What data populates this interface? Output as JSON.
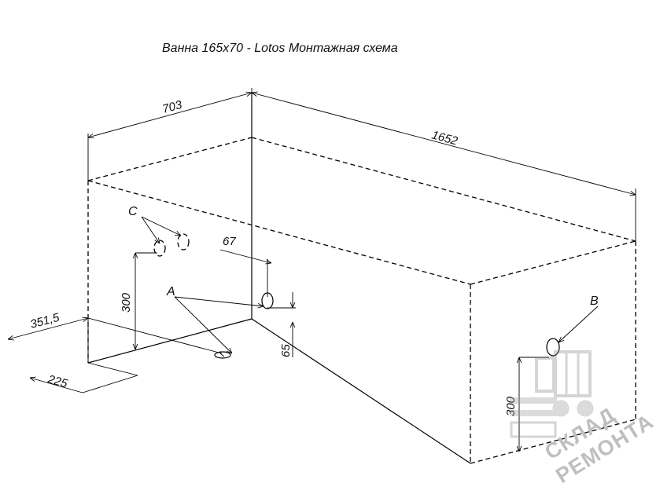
{
  "title": "Ванна 165x70 - Lotos Монтажная схема",
  "dimensions": {
    "width": "703",
    "length": "1652",
    "offset_x": "351,5",
    "offset_small": "225",
    "height_c": "300",
    "height_b": "300",
    "offset_67": "67",
    "height_65": "65"
  },
  "labels": {
    "a": "A",
    "b": "B",
    "c": "C"
  },
  "watermark": {
    "line1": "СКЛАД",
    "line2": "РЕМОНТА"
  }
}
